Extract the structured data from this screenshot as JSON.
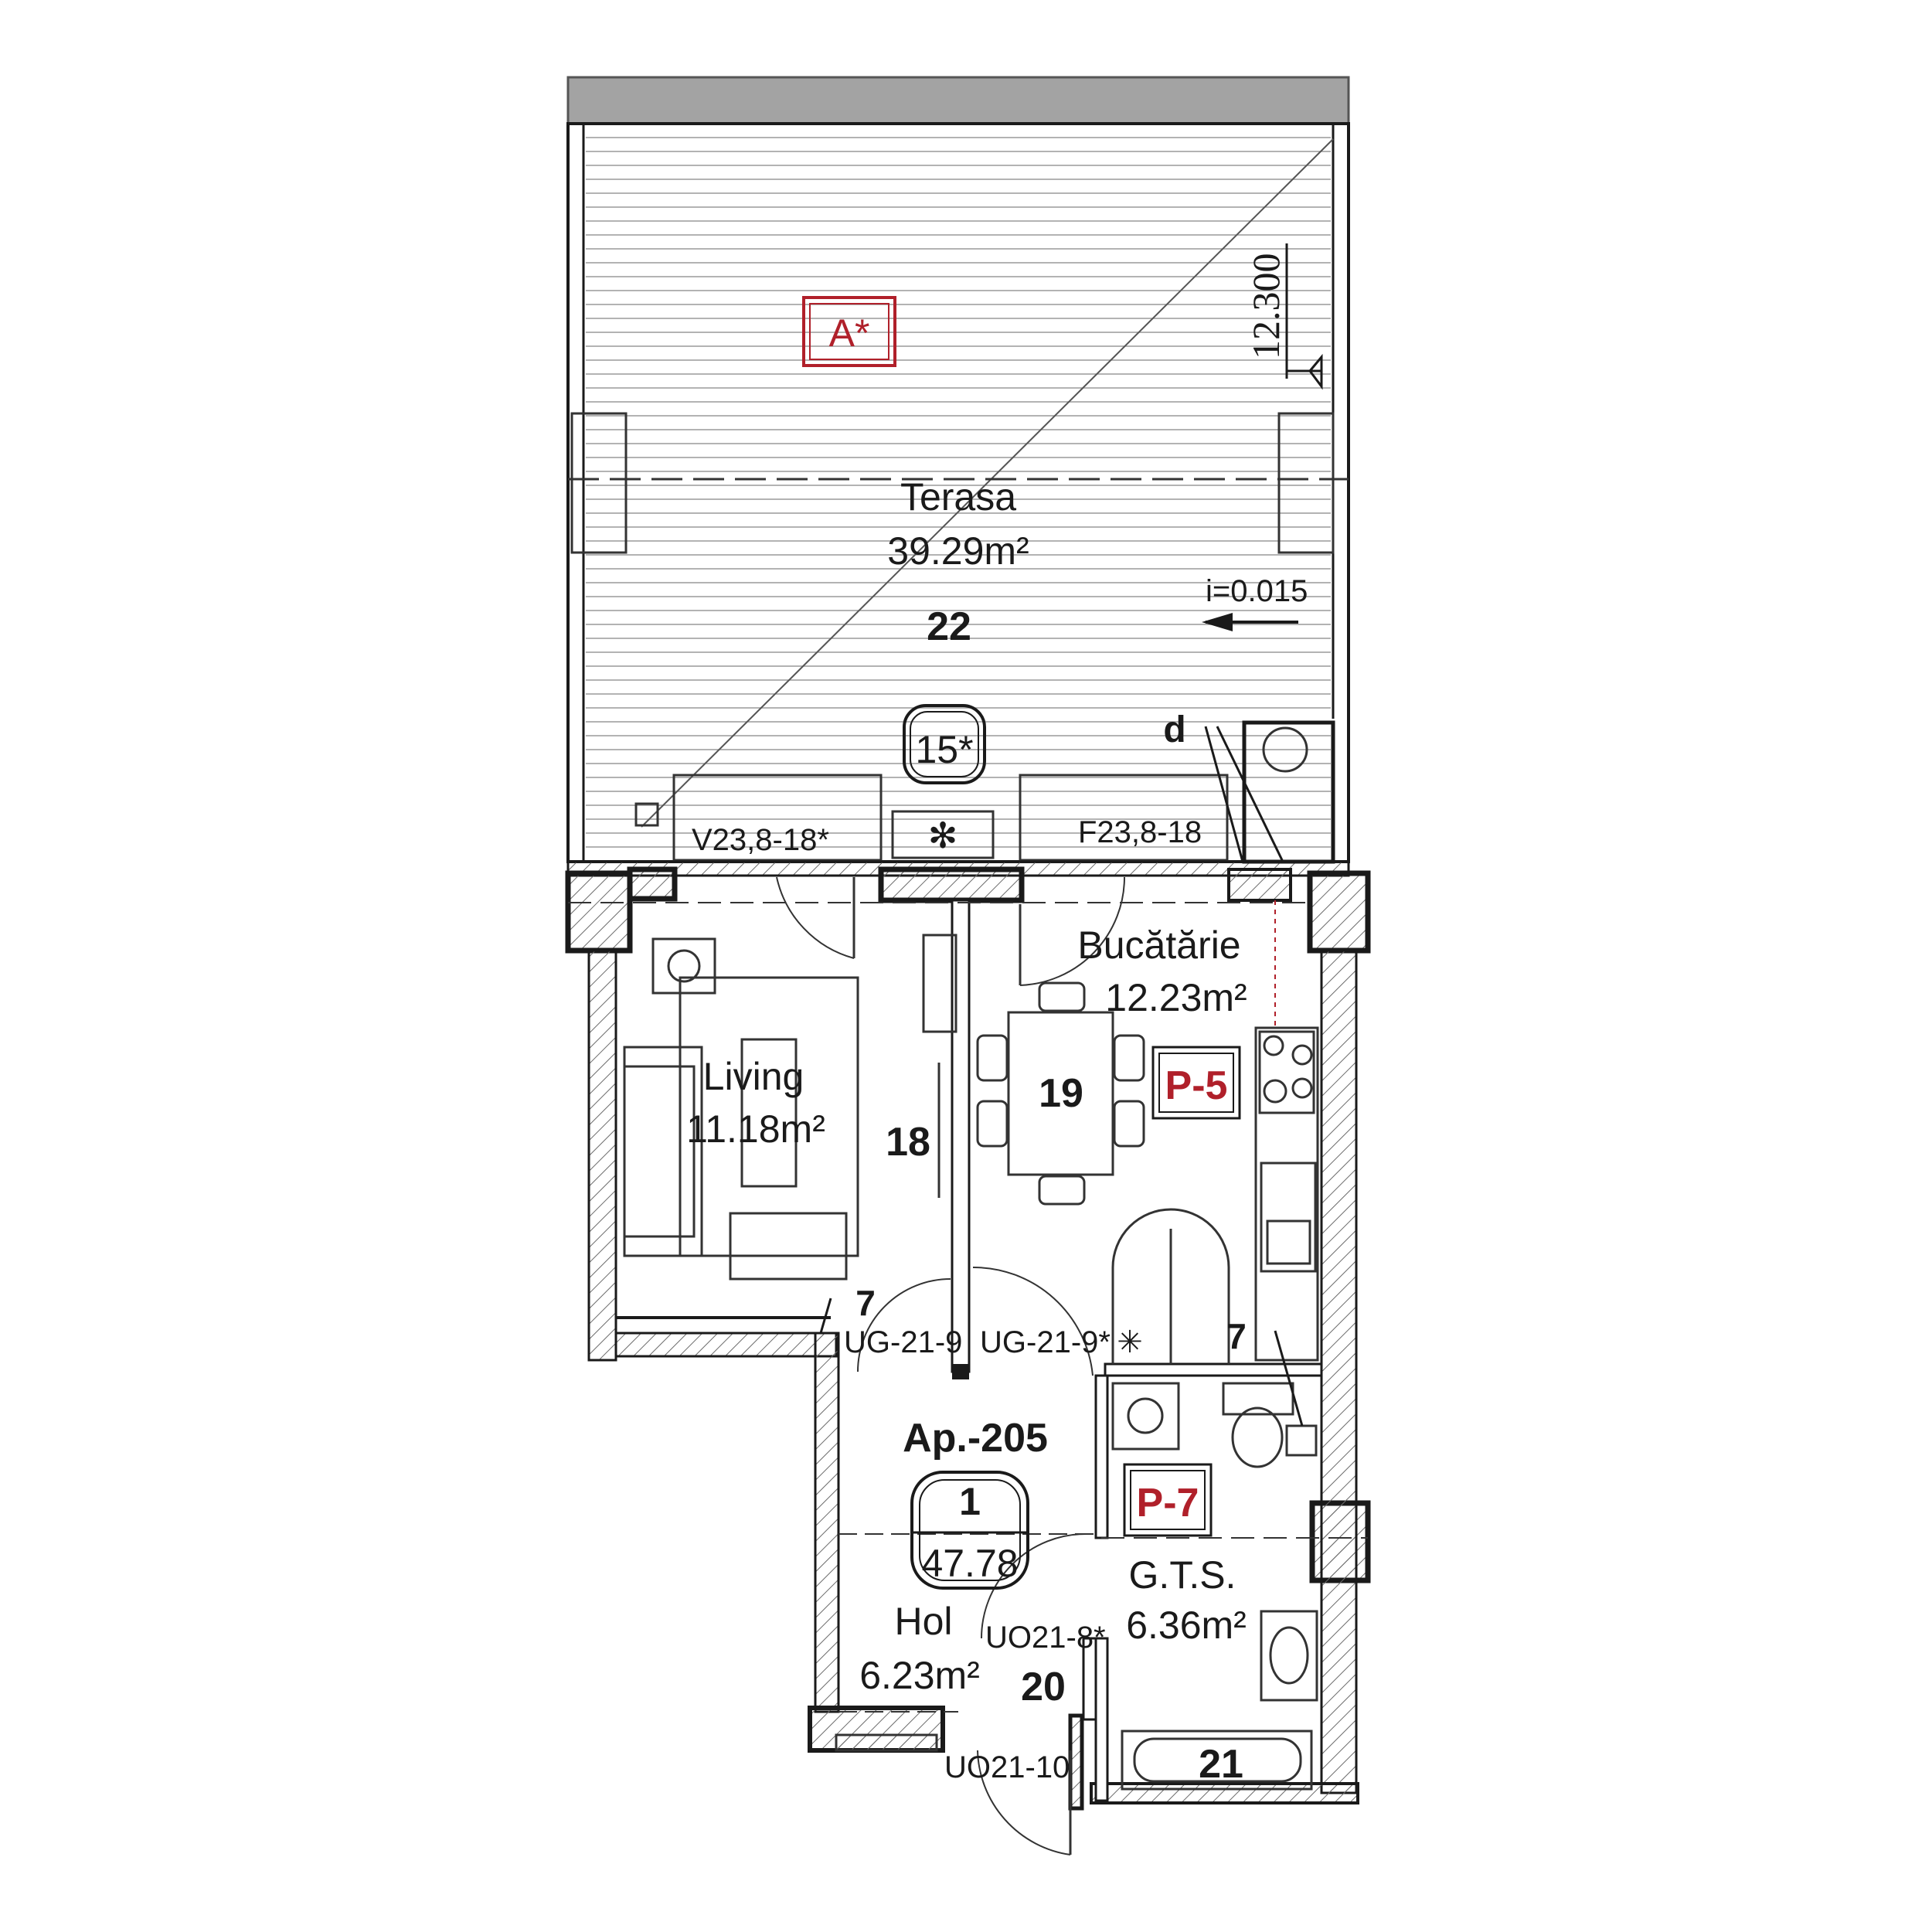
{
  "colors": {
    "wall": "#1a1a1a",
    "line": "#333333",
    "hatch": "#6b6b6b",
    "roof_band": "#a3a3a3",
    "deck_lines": "#9a9a9a",
    "red_tag": "#b0202a",
    "background": "#ffffff"
  },
  "tags": {
    "terrace_tag": "A*",
    "kitchen_tag": "P-5",
    "bathroom_tag": "P-7",
    "opening_tag": "15*"
  },
  "elevation": "12.300",
  "slope": "i=0.015",
  "apartment": {
    "name": "Ap.-205",
    "rooms_count": "1",
    "total_area": "47.78"
  },
  "rooms": {
    "terrace": {
      "name": "Terasa",
      "area": "39.29m²",
      "number": "22"
    },
    "living": {
      "name": "Living",
      "area": "11.18m²",
      "number": "18"
    },
    "kitchen": {
      "name": "Bucătărie",
      "area": "12.23m²",
      "number": "19"
    },
    "hall": {
      "name": "Hol",
      "area": "6.23m²",
      "number": "20"
    },
    "bathroom": {
      "name": "G.T.S.",
      "area": "6.36m²",
      "number": "21"
    }
  },
  "openings": {
    "window_living": "V23,8-18*",
    "window_kitchen": "F23,8-18",
    "door_living": "UG-21-9",
    "door_kitchen": "UG-21-9*",
    "door_bathroom": "UO21-8*",
    "door_entry": "UO21-10"
  },
  "markers": {
    "duct_label": "d",
    "wall_mark_left": "7",
    "wall_mark_right": "7"
  }
}
